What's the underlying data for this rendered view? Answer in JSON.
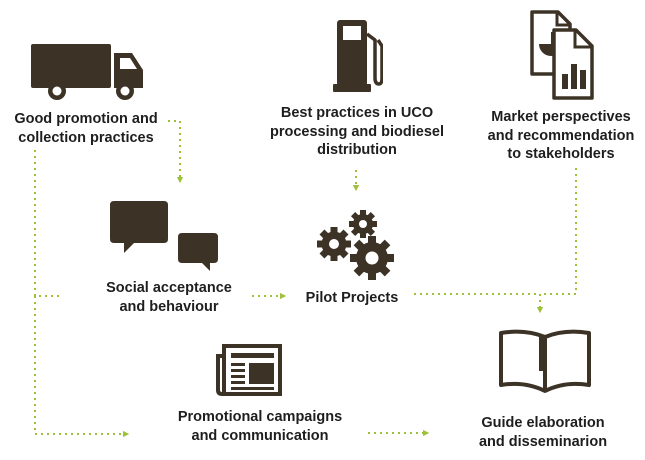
{
  "colors": {
    "icon": "#3c3326",
    "connector": "#9ec13a",
    "text": "#1e1e1e",
    "background": "#ffffff"
  },
  "nodes": {
    "collection": {
      "icon": "truck-icon",
      "lines": [
        "Good promotion and",
        "collection practices"
      ]
    },
    "best_practices": {
      "icon": "fuel-pump-icon",
      "lines": [
        "Best practices  in UCO",
        "processing and biodiesel",
        "distribution"
      ]
    },
    "market": {
      "icon": "report-documents-icon",
      "lines": [
        "Market perspectives",
        "and recommendation",
        "to stakeholders"
      ]
    },
    "social": {
      "icon": "speech-bubbles-icon",
      "lines": [
        "Social acceptance",
        "and behaviour"
      ]
    },
    "pilot": {
      "icon": "gears-icon",
      "lines": [
        "Pilot Projects"
      ]
    },
    "promotional": {
      "icon": "newspaper-icon",
      "lines": [
        "Promotional campaigns",
        "and communication"
      ]
    },
    "guide": {
      "icon": "open-book-icon",
      "lines": [
        "Guide elaboration",
        "and disseminarion"
      ]
    }
  }
}
